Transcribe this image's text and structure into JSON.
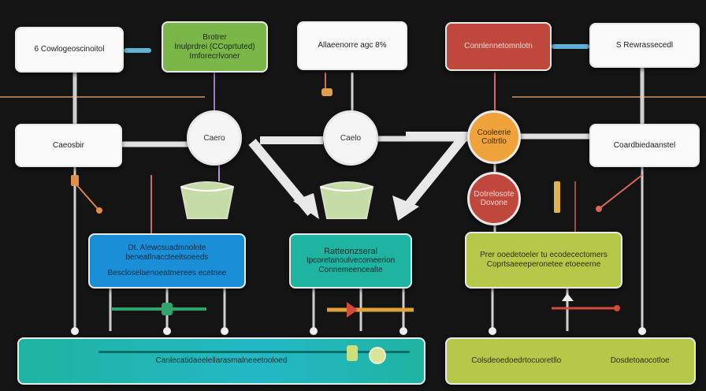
{
  "nodes": {
    "top_left": "6 Cowlogeoscinoitol",
    "top_green": [
      "Brotrer",
      "Inulprdrei (CCoprtuted)",
      "Imforecrlvoner"
    ],
    "top_center": "Allaeenorre agc 8%",
    "top_red": "Connlennetomnlotn",
    "top_right": "S Rewrassecedl",
    "mid_left": "Caeosbir",
    "circle_left": "Caero",
    "circle_center": "Caelo",
    "circle_orange": [
      "Cooleerie",
      "Coltrtlo"
    ],
    "circle_red": [
      "Dotrelosote",
      "Dovone"
    ],
    "mid_right": "Coardbiedaanstel",
    "blue_panel": [
      "Dt. Alewcsuadmnolnte beneatlnaccteeitsoeeds",
      "Bescloselaenoeatmerees ecetnee"
    ],
    "teal_panel": [
      "Ratteonzseral",
      "Ipcoretanoulvecomeerion",
      "Connemeencealte"
    ],
    "lime_panel": [
      "Prer ooedetoeler tu ecodecectomers",
      "Coprtsaeeeperonetee etoeeerne"
    ],
    "bottom_teal": "Canlecatidaeelellarasmalneeetooloed",
    "bottom_lime": [
      "Colsdeoedoedrtocuoretllo",
      "Dosdetoaocotloe"
    ]
  },
  "colors": {
    "green": "#7ab648",
    "red": "#c0473b",
    "blue": "#1a8fd8",
    "teal": "#1fb3a1",
    "lime": "#b5c84a",
    "orange": "#f1a33b"
  }
}
